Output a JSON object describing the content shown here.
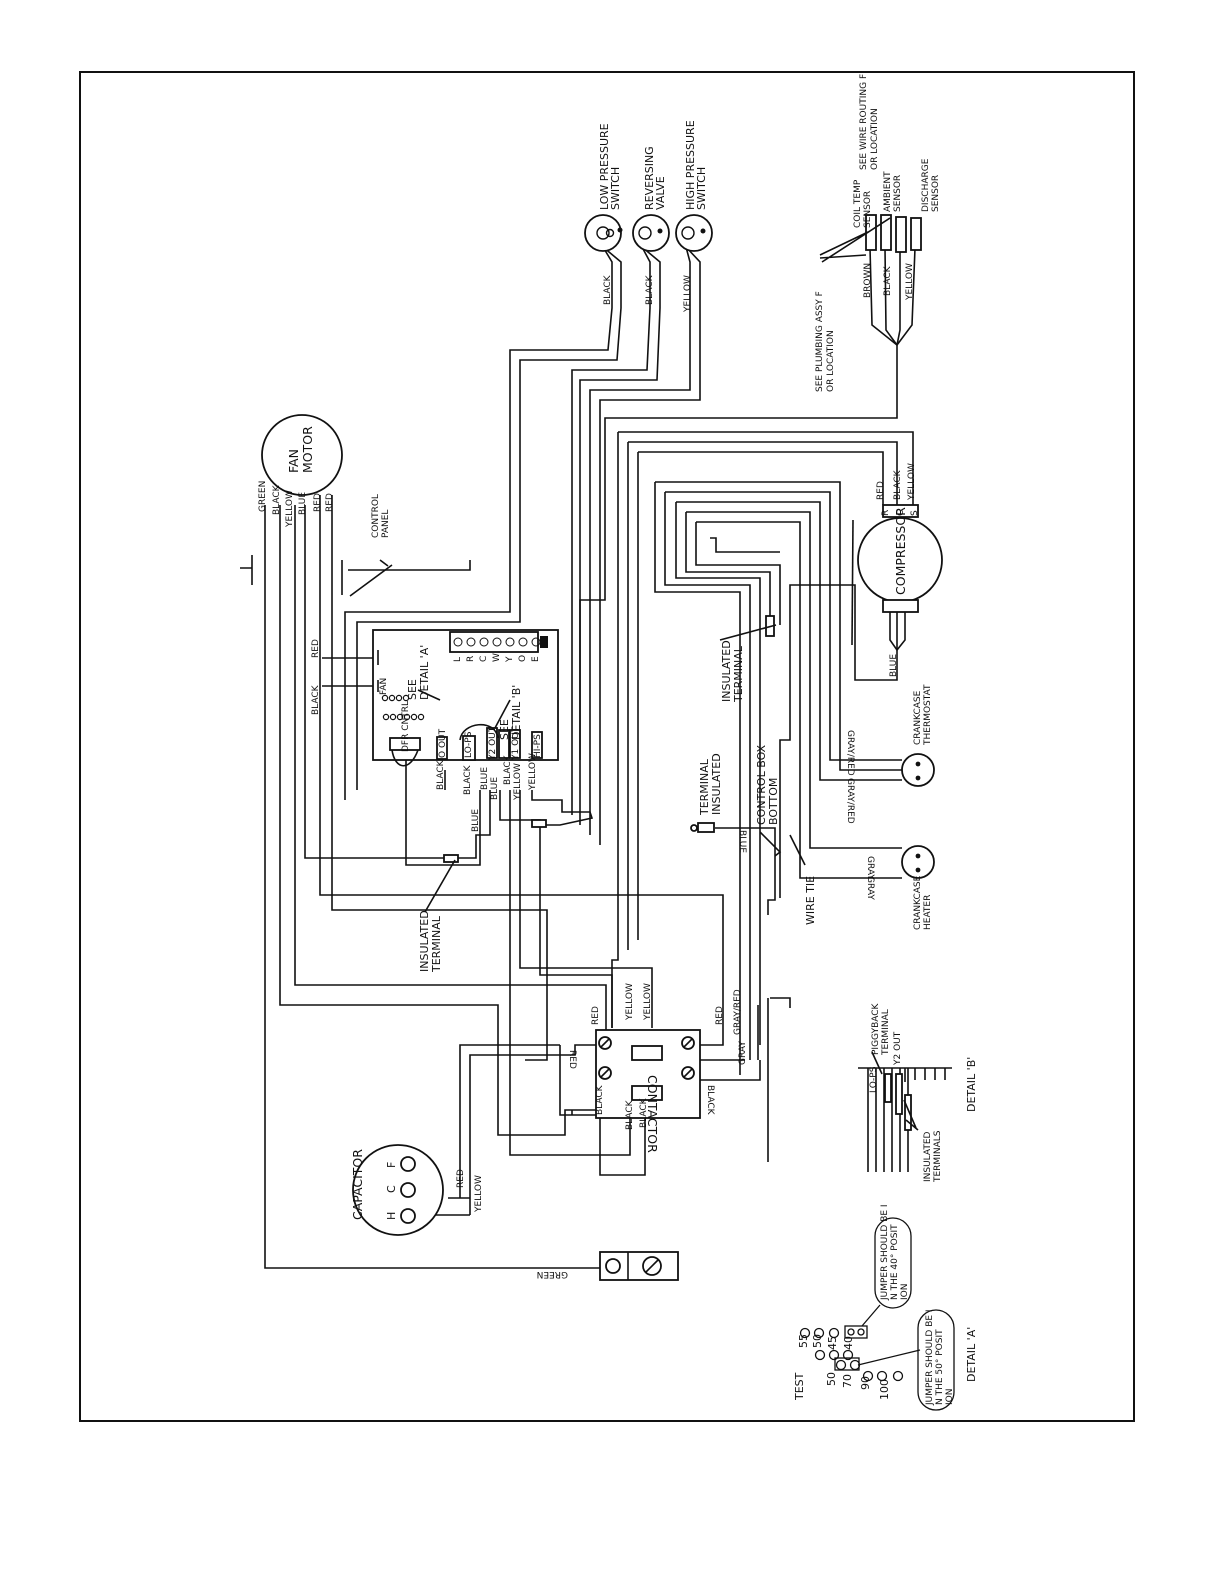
{
  "components": {
    "low_pressure_switch": "LOW PRESSURE SWITCH",
    "reversing_valve": "REVERSING VALVE",
    "high_pressure_switch": "HIGH PRESSURE SWITCH",
    "see_wire_routing": "SEE WIRE ROUTING FOR LOCATION",
    "coil_temp_sensor": "COIL TEMP SENSOR",
    "ambient_sensor": "AMBIENT SENSOR",
    "discharge_sensor": "DISCHARGE SENSOR",
    "see_plumbing": "SEE PLUMBING ASSY FOR LOCATION",
    "fan_motor": "FAN MOTOR",
    "control_panel": "CONTROL PANEL",
    "compressor": "COMPRESSOR",
    "see_detail_a": "SEE DETAIL 'A'",
    "see_detail_b": "SEE DETAIL 'B'",
    "fan": "FAN",
    "insulated_terminal": "INSULATED TERMINAL",
    "control_box_bottom": "CONTROL BOX BOTTOM",
    "terminal_insulated": "TERMINAL INSULATED",
    "crankcase_thermostat": "CRANKCASE THERMOSTAT",
    "crankcase_heater": "CRANKCASE HEATER",
    "wire_tie": "WIRE TIE",
    "contactor": "CONTACTOR",
    "capacitor": "CAPACITOR",
    "piggyback_terminal": "PIGGYBACK TERMINAL",
    "insulated_terminals": "INSULATED TERMINALS",
    "detail_b": "DETAIL 'B'",
    "detail_a": "DETAIL 'A'",
    "jumper_40": "JUMPER SHOULD BE IN THE 40° POSITION (Se)",
    "jumper_50": "JUMPER SHOULD BE IN THE 50° POSITION (Se)",
    "test": "TEST"
  },
  "wire_colors": {
    "black": "BLACK",
    "yellow": "YELLOW",
    "blue": "BLUE",
    "red": "RED",
    "green": "GREEN",
    "brown": "BROWN",
    "gray": "GRAY",
    "gray_red": "GRAY/RED"
  },
  "board_terminals": {
    "o_out": "O OUT",
    "lo_ps": "LO-PS",
    "y2_out": "Y2 OUT",
    "y1_out": "Y1 OUT",
    "hi_ps": "HI-PS",
    "dfr_cntrl": "DFR CNTRL"
  },
  "terminal_strip": [
    "L",
    "R",
    "C",
    "W",
    "Y",
    "O",
    "E"
  ],
  "compressor_terminals": {
    "r": "R",
    "c": "C",
    "s": "S"
  },
  "capacitor_terminals": {
    "h": "H",
    "c": "C",
    "f": "F"
  },
  "detail_a_values": [
    "55",
    "50",
    "45",
    "40",
    "50",
    "70",
    "90",
    "100"
  ]
}
